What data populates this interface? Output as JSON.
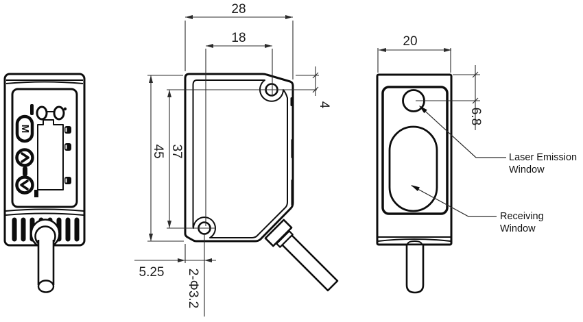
{
  "colors": {
    "line": "#0d0d0d",
    "dim_line": "#2b2b2b",
    "background": "#ffffff"
  },
  "dimensions": {
    "overall_width": "28",
    "hole_spacing_horizontal": "18",
    "overall_height": "45",
    "hole_spacing_vertical": "37",
    "hole_top_offset": "4",
    "hole_left_offset": "5.25",
    "mounting_holes_spec": "2-Φ3.2",
    "front_width": "20",
    "laser_window_offset": "6.8"
  },
  "annotations": {
    "laser_window": {
      "line1": "Laser Emission",
      "line2": "Window"
    },
    "receiving_window": {
      "line1": "Receiving",
      "line2": "Window"
    }
  },
  "panel": {
    "mode_button_label": "M"
  }
}
